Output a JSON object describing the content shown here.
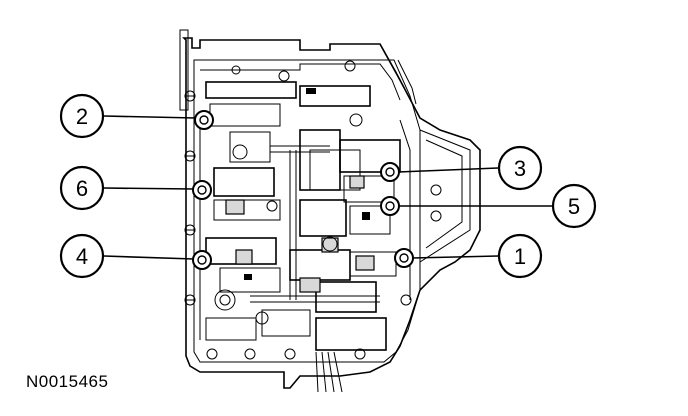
{
  "figure_id": "N0015465",
  "callouts": [
    {
      "number": "2",
      "side": "left"
    },
    {
      "number": "6",
      "side": "left"
    },
    {
      "number": "4",
      "side": "left"
    },
    {
      "number": "3",
      "side": "right"
    },
    {
      "number": "5",
      "side": "right"
    },
    {
      "number": "1",
      "side": "right"
    }
  ],
  "colors": {
    "line": "#000000",
    "background": "#ffffff"
  }
}
